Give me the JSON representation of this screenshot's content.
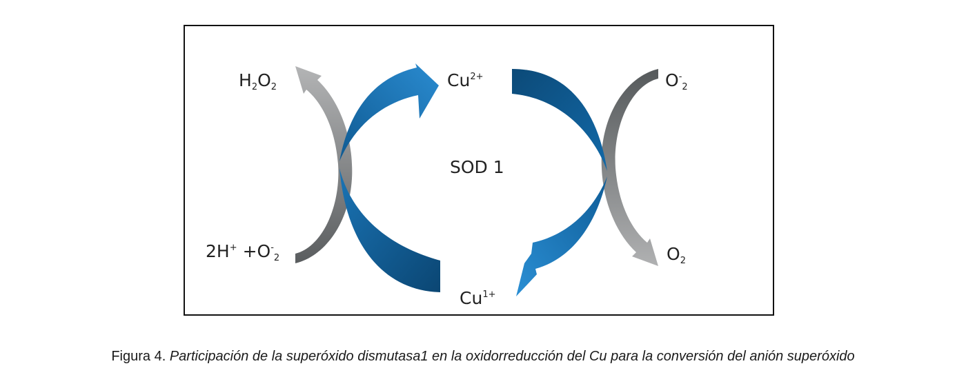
{
  "diagram": {
    "center_label": "SOD 1",
    "cu2": {
      "base": "Cu",
      "sup": "2+"
    },
    "cu1": {
      "base": "Cu",
      "sup": "1+"
    },
    "h2o2": {
      "h": "H",
      "sub1": "2",
      "o": "O",
      "sub2": "2"
    },
    "reactants_left": {
      "part1": "2H",
      "sup1": "+",
      "part2": " +O",
      "sup2": "-",
      "sub2": "2"
    },
    "superoxide_right": {
      "o": "O",
      "sup": "-",
      "sub": "2"
    },
    "o2_right": {
      "o": "O",
      "sub": "2"
    },
    "colors": {
      "blue_light": "#1f7ec2",
      "blue_dark": "#0d4f80",
      "gray_light": "#a9aaab",
      "gray_dark": "#5d6061",
      "frame": "#111111"
    }
  },
  "caption": {
    "prefix": "Figura 4. ",
    "italic": "Participación de la superóxido dismutasa1 en la oxidorreducción del Cu para la conversión del anión superóxido"
  }
}
